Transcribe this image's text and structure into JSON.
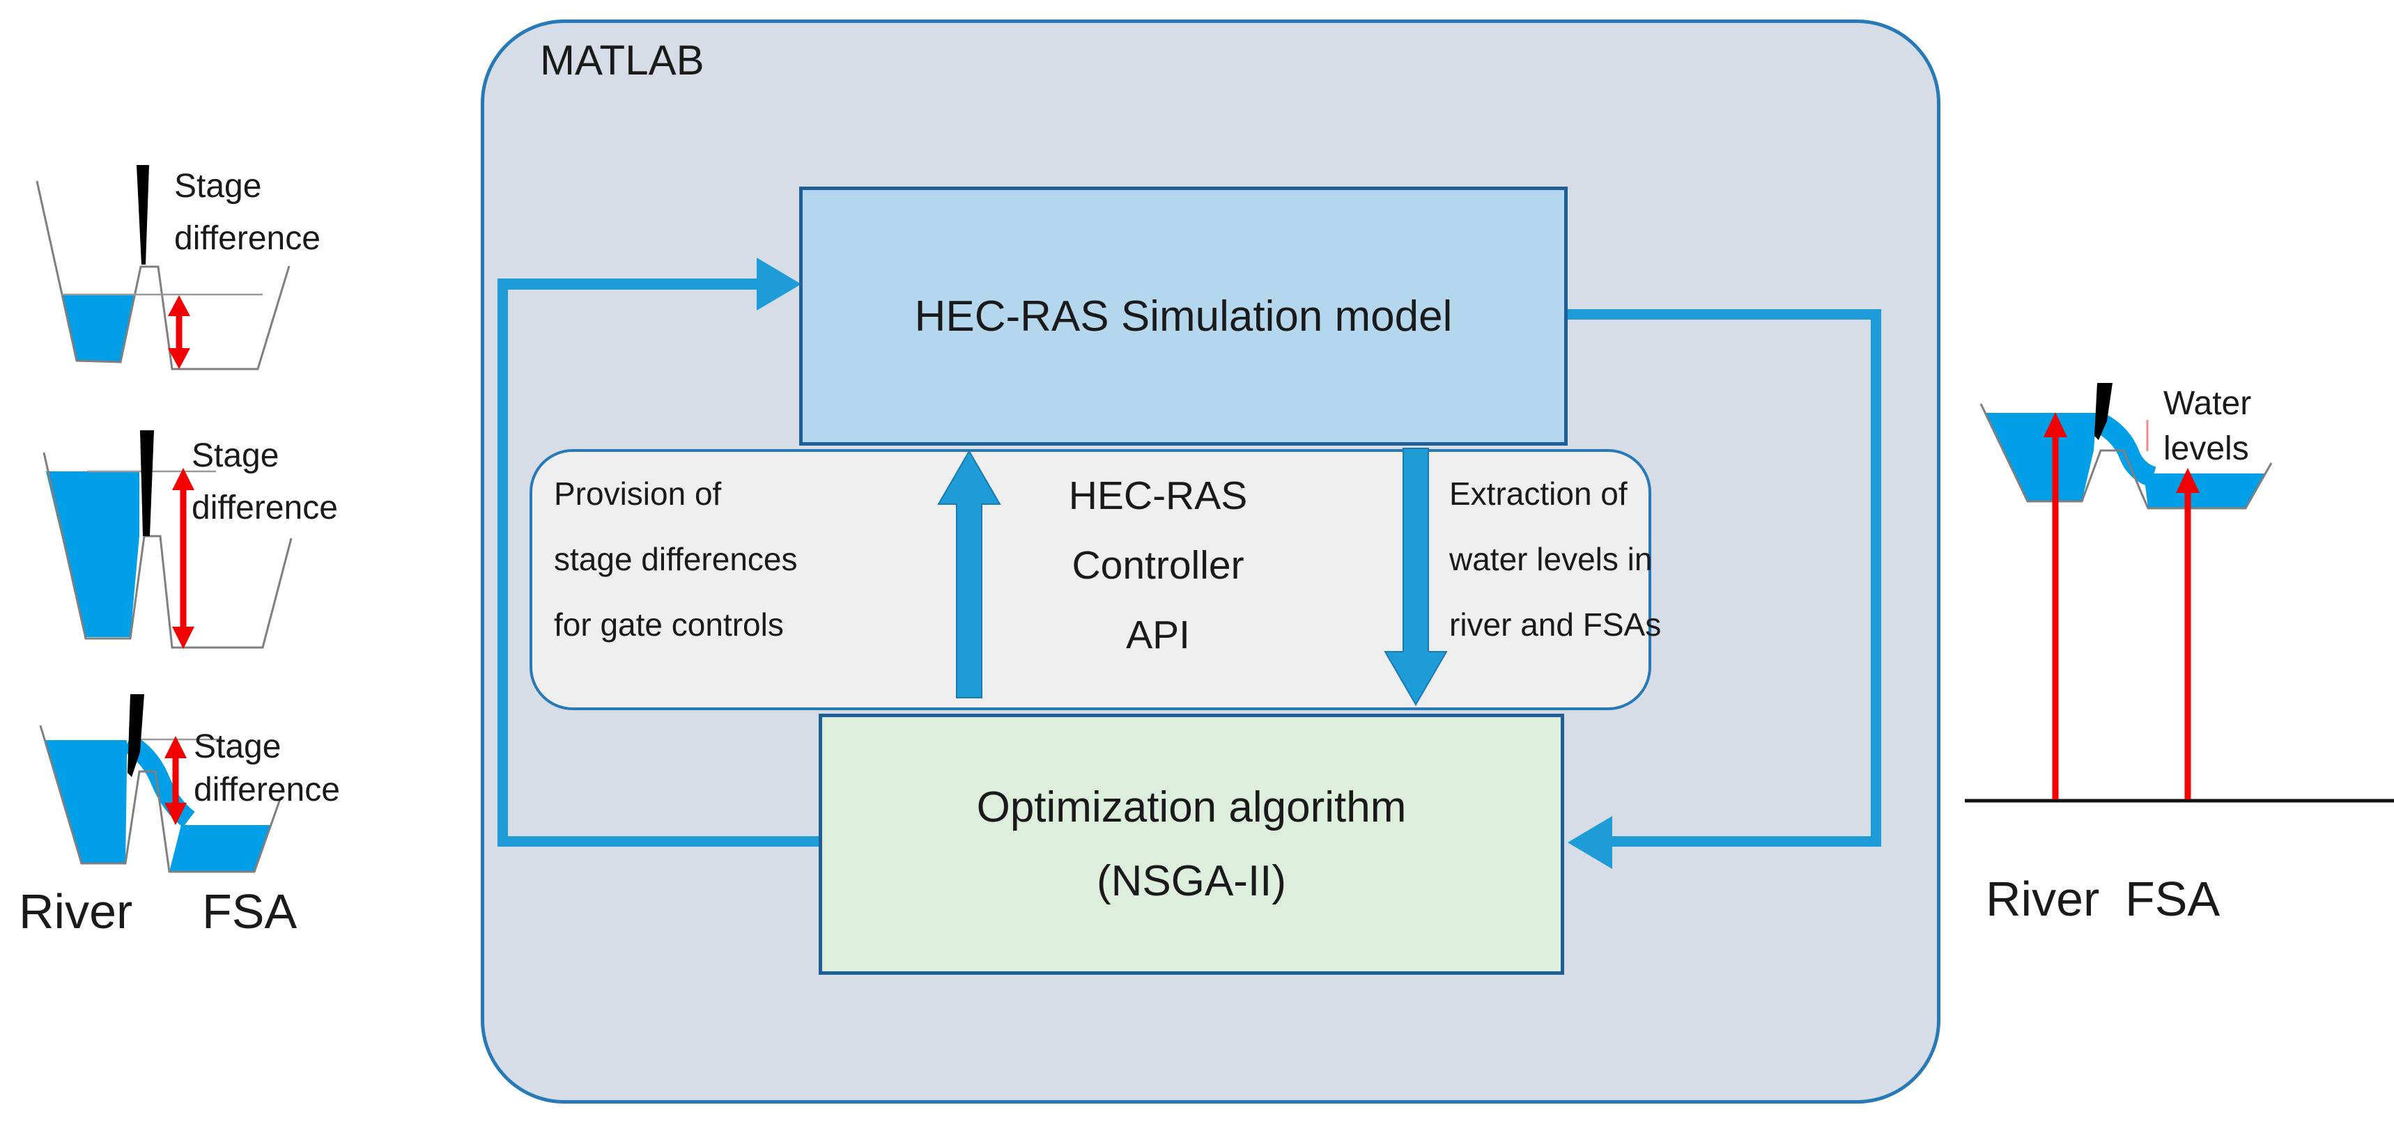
{
  "colors": {
    "container-fill": "#d6dde6",
    "container-border": "#2879b8",
    "sim-fill": "#b5d7ee",
    "box-border": "#1d5f96",
    "api-fill": "#efefef",
    "opt-fill": "#ddeedd",
    "flow-blue": "#1e9cd8",
    "flow-blue-dark": "#1a7ab3",
    "water-blue": "#009fe8",
    "red": "#f30000",
    "outline-gray": "#7f7f7f",
    "text": "#1a1a1a"
  },
  "matlab": {
    "label": "MATLAB"
  },
  "boxes": {
    "simulation": {
      "label": "HEC-RAS Simulation model"
    },
    "controller": {
      "left_note": {
        "line1": "Provision of",
        "line2": "stage differences",
        "line3": "for gate controls"
      },
      "title": {
        "line1": "HEC-RAS",
        "line2": "Controller",
        "line3": "API"
      },
      "right_note": {
        "line1": "Extraction of",
        "line2": "water levels in",
        "line3": "river and FSAs"
      }
    },
    "optimization": {
      "line1": "Optimization algorithm",
      "line2": "(NSGA-II)"
    }
  },
  "left_illustrations": {
    "top": {
      "caption": {
        "line1": "Stage",
        "line2": "difference"
      }
    },
    "middle": {
      "caption": {
        "line1": "Stage",
        "line2": "difference"
      }
    },
    "bottom": {
      "caption": {
        "line1": "Stage",
        "line2": "difference"
      },
      "river_label": "River",
      "fsa_label": "FSA"
    }
  },
  "right_illustration": {
    "caption": {
      "line1": "Water",
      "line2": "levels"
    },
    "river_label": "River",
    "fsa_label": "FSA"
  }
}
